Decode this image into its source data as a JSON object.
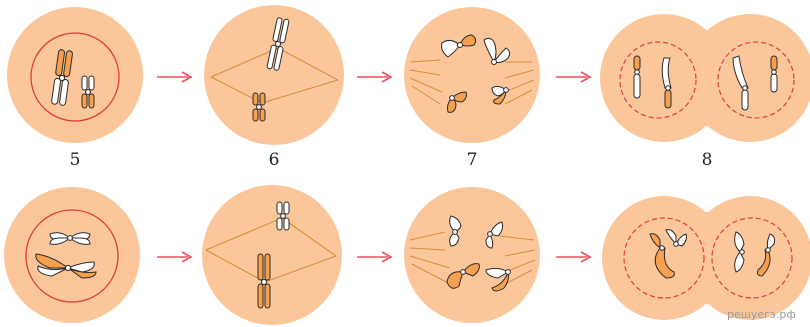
{
  "stage_labels": [
    "5",
    "6",
    "7",
    "8"
  ],
  "watermark": "решуегэ.рф",
  "colors": {
    "cell": "#fbc79a",
    "cell_edge": "#f3b07e",
    "nucleus": "#e03c3c",
    "spindle": "#d98a3d",
    "chrom_orange": "#f4a04e",
    "chrom_white": "#ffffff",
    "outline": "#2a2a2a",
    "arrow": "#e8505b"
  }
}
